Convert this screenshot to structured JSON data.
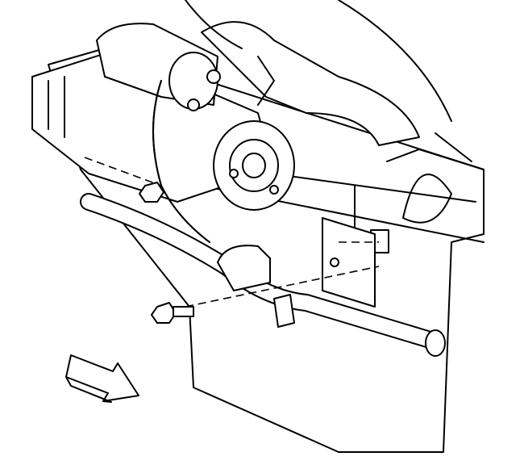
{
  "diagram": {
    "colors": {
      "line": "#000000",
      "background": "#ffffff"
    },
    "parts": [
      "starter-motor",
      "solenoid",
      "engine-block",
      "wiring-harness",
      "harness-bracket",
      "bracket-bolt",
      "bracket-nut",
      "exhaust-pipe",
      "oil-pan",
      "direction-arrow"
    ]
  }
}
